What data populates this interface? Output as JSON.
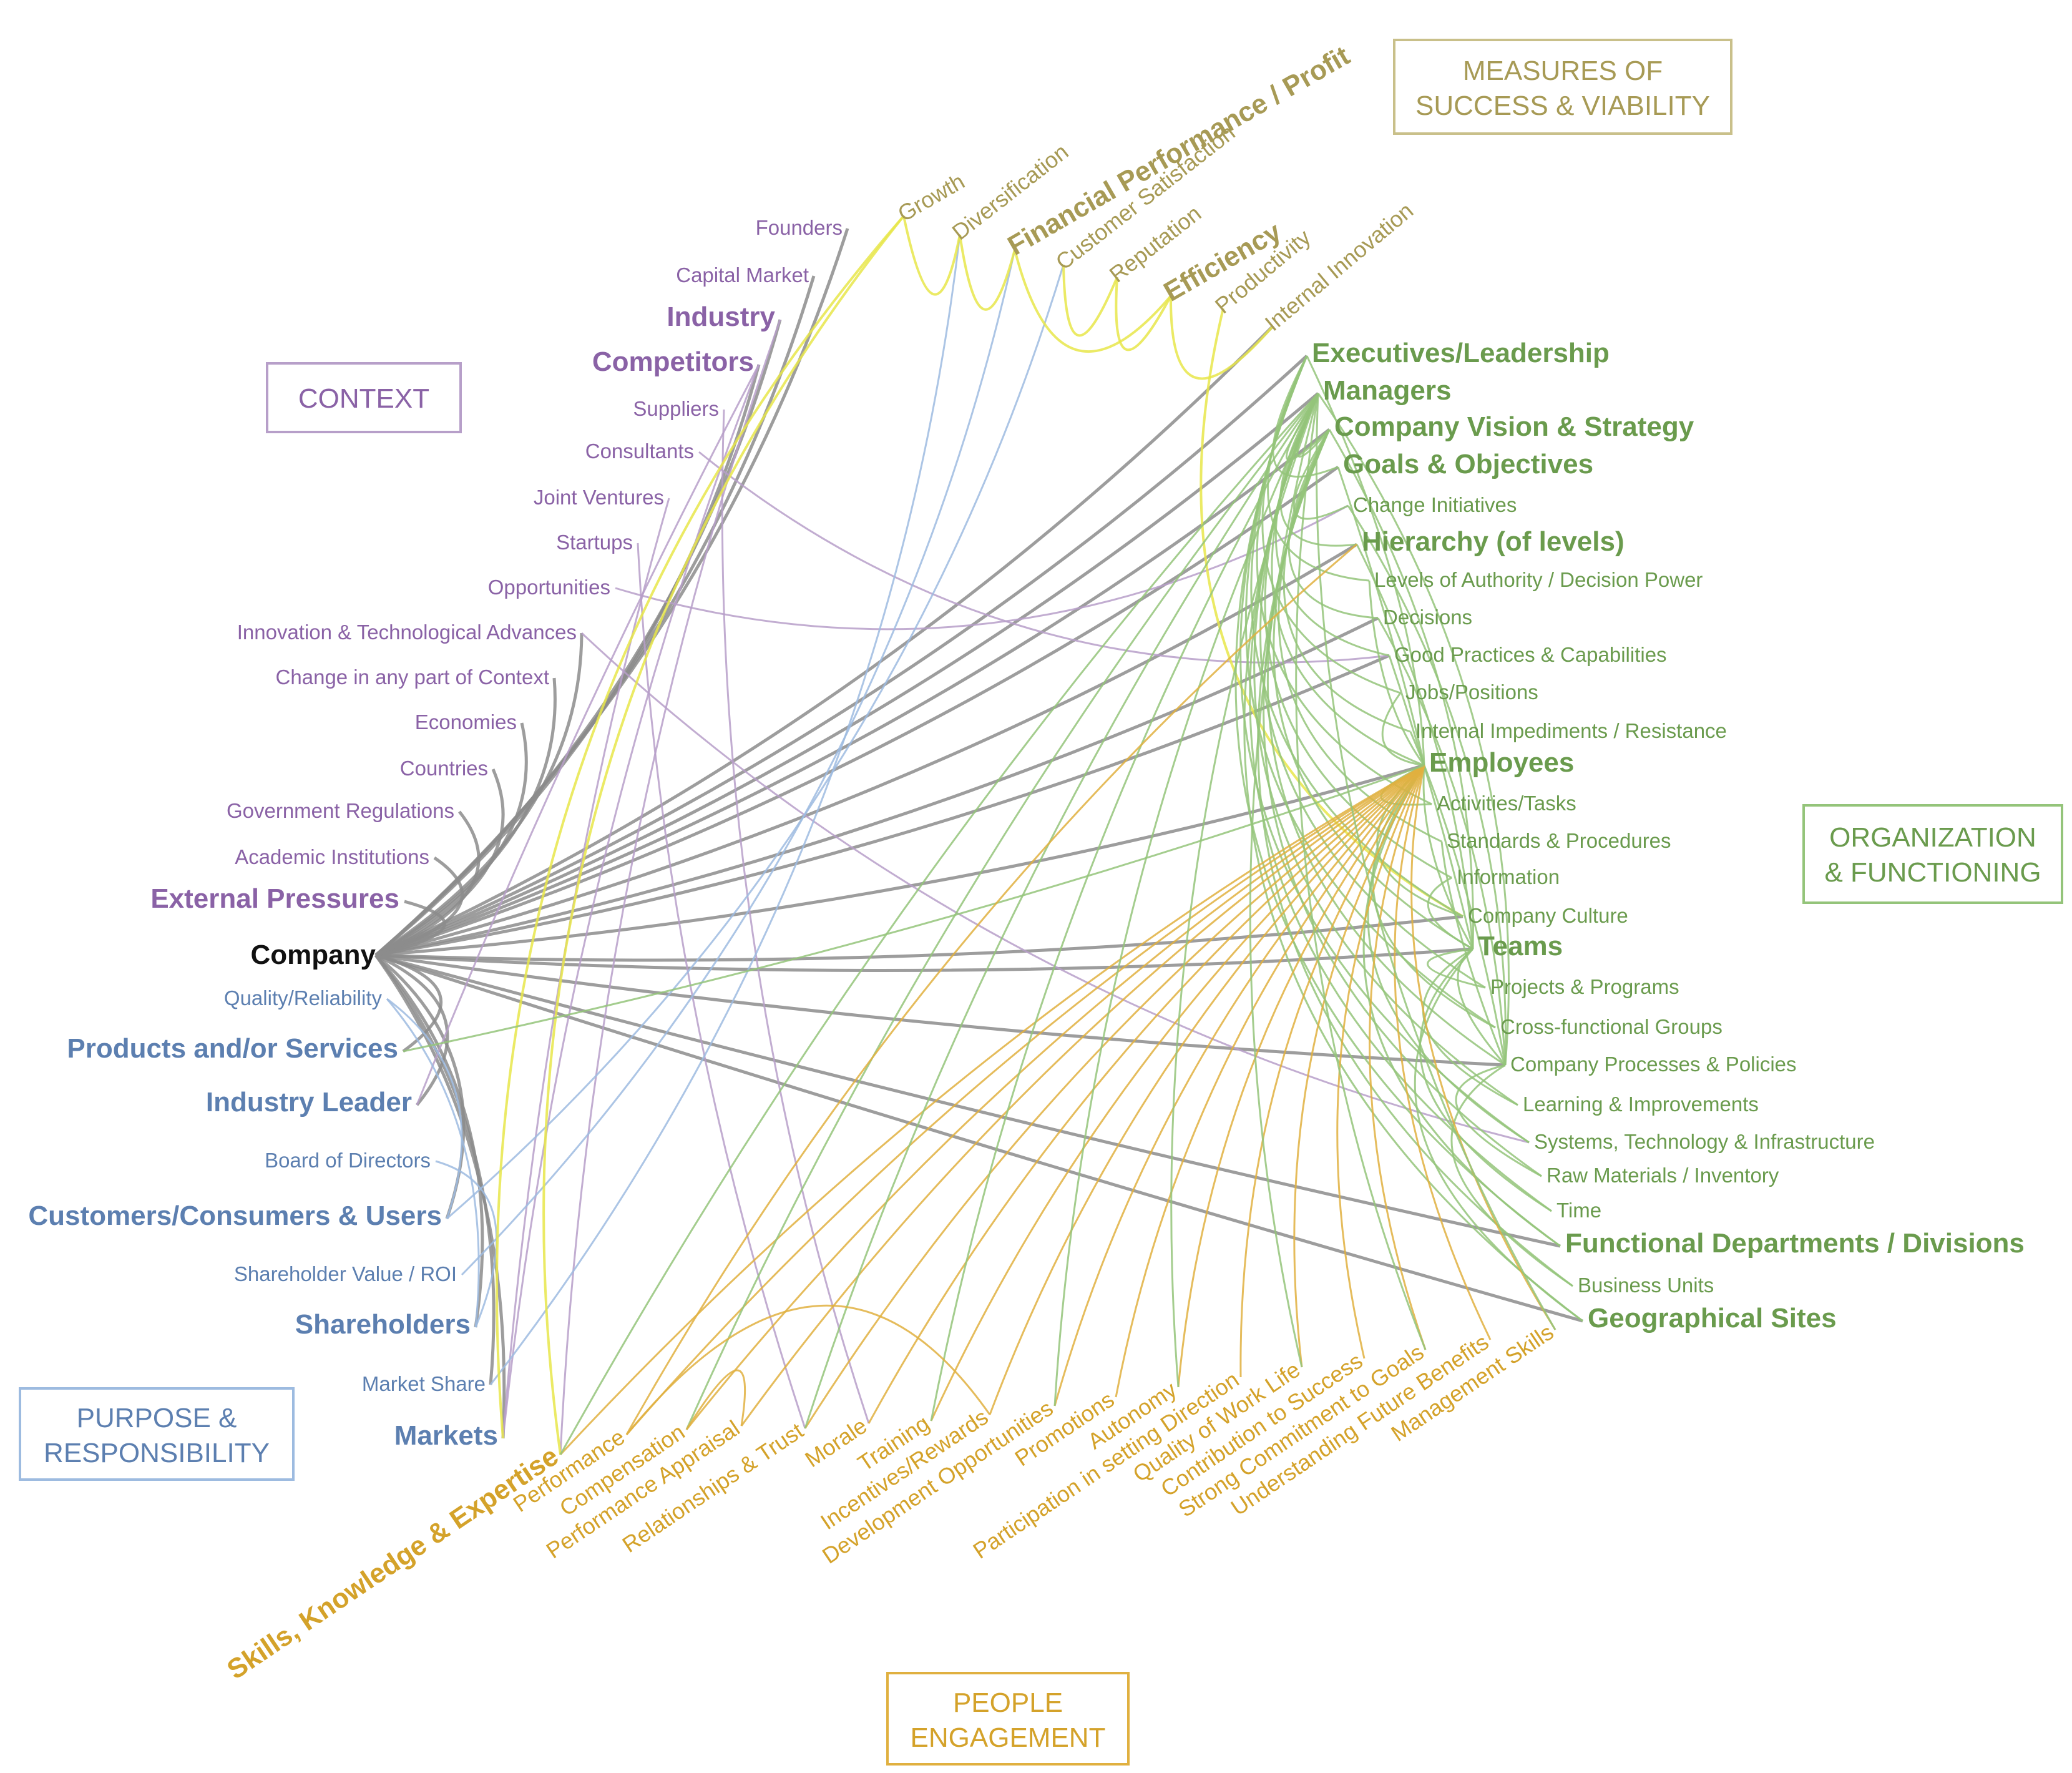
{
  "colors": {
    "context": "#8a62a6",
    "context_link": "#b79fc9",
    "purpose": "#5c7fb0",
    "purpose_link": "#9dbbe0",
    "measures": "#a79a55",
    "measures_link": "#e7e64a",
    "organization": "#6a9b4d",
    "organization_link": "#94c47a",
    "people": "#d4a22a",
    "people_link": "#e0b040",
    "company": "#111111",
    "hub_link": "#8c8c8c"
  },
  "categories": {
    "context": "CONTEXT",
    "measures_line1": "MEASURES OF",
    "measures_line2": "SUCCESS & VIABILITY",
    "organization_line1": "ORGANIZATION",
    "organization_line2": "& FUNCTIONING",
    "purpose_line1": "PURPOSE &",
    "purpose_line2": "RESPONSIBILITY",
    "people_line1": "PEOPLE",
    "people_line2": "ENGAGEMENT"
  },
  "center": "Company",
  "context_items": [
    "Founders",
    "Capital Market",
    "Industry",
    "Competitors",
    "Suppliers",
    "Consultants",
    "Joint Ventures",
    "Startups",
    "Opportunities",
    "Innovation & Technological Advances",
    "Change in any part of Context",
    "Economies",
    "Countries",
    "Government Regulations",
    "Academic Institutions",
    "External Pressures"
  ],
  "purpose_items": [
    "Quality/Reliability",
    "Products and/or Services",
    "Industry Leader",
    "Board of Directors",
    "Customers/Consumers & Users",
    "Shareholder Value / ROI",
    "Shareholders",
    "Market Share",
    "Markets"
  ],
  "measures_items": [
    "Growth",
    "Diversification",
    "Financial Performance / Profit",
    "Customer Satisfaction",
    "Reputation",
    "Efficiency",
    "Productivity",
    "Internal Innovation"
  ],
  "organization_items": [
    "Executives/Leadership",
    "Managers",
    "Company Vision & Strategy",
    "Goals & Objectives",
    "Change Initiatives",
    "Hierarchy (of levels)",
    "Levels of Authority / Decision Power",
    "Decisions",
    "Good Practices & Capabilities",
    "Jobs/Positions",
    "Internal Impediments / Resistance",
    "Employees",
    "Activities/Tasks",
    "Standards & Procedures",
    "Information",
    "Company Culture",
    "Teams",
    "Projects & Programs",
    "Cross-functional Groups",
    "Company Processes & Policies",
    "Learning & Improvements",
    "Systems, Technology & Infrastructure",
    "Raw Materials / Inventory",
    "Time",
    "Functional Departments / Divisions",
    "Business Units",
    "Geographical Sites"
  ],
  "people_items": [
    "Skills, Knowledge & Expertise",
    "Performance",
    "Compensation",
    "Performance Appraisal",
    "Relationships & Trust",
    "Morale",
    "Training",
    "Incentives/Rewards",
    "Development Opportunities",
    "Promotions",
    "Autonomy",
    "Participation in setting Direction",
    "Quality of Work Life",
    "Contribution to Success",
    "Strong Commitment to Goals",
    "Understanding Future Benefits",
    "Management Skills"
  ]
}
